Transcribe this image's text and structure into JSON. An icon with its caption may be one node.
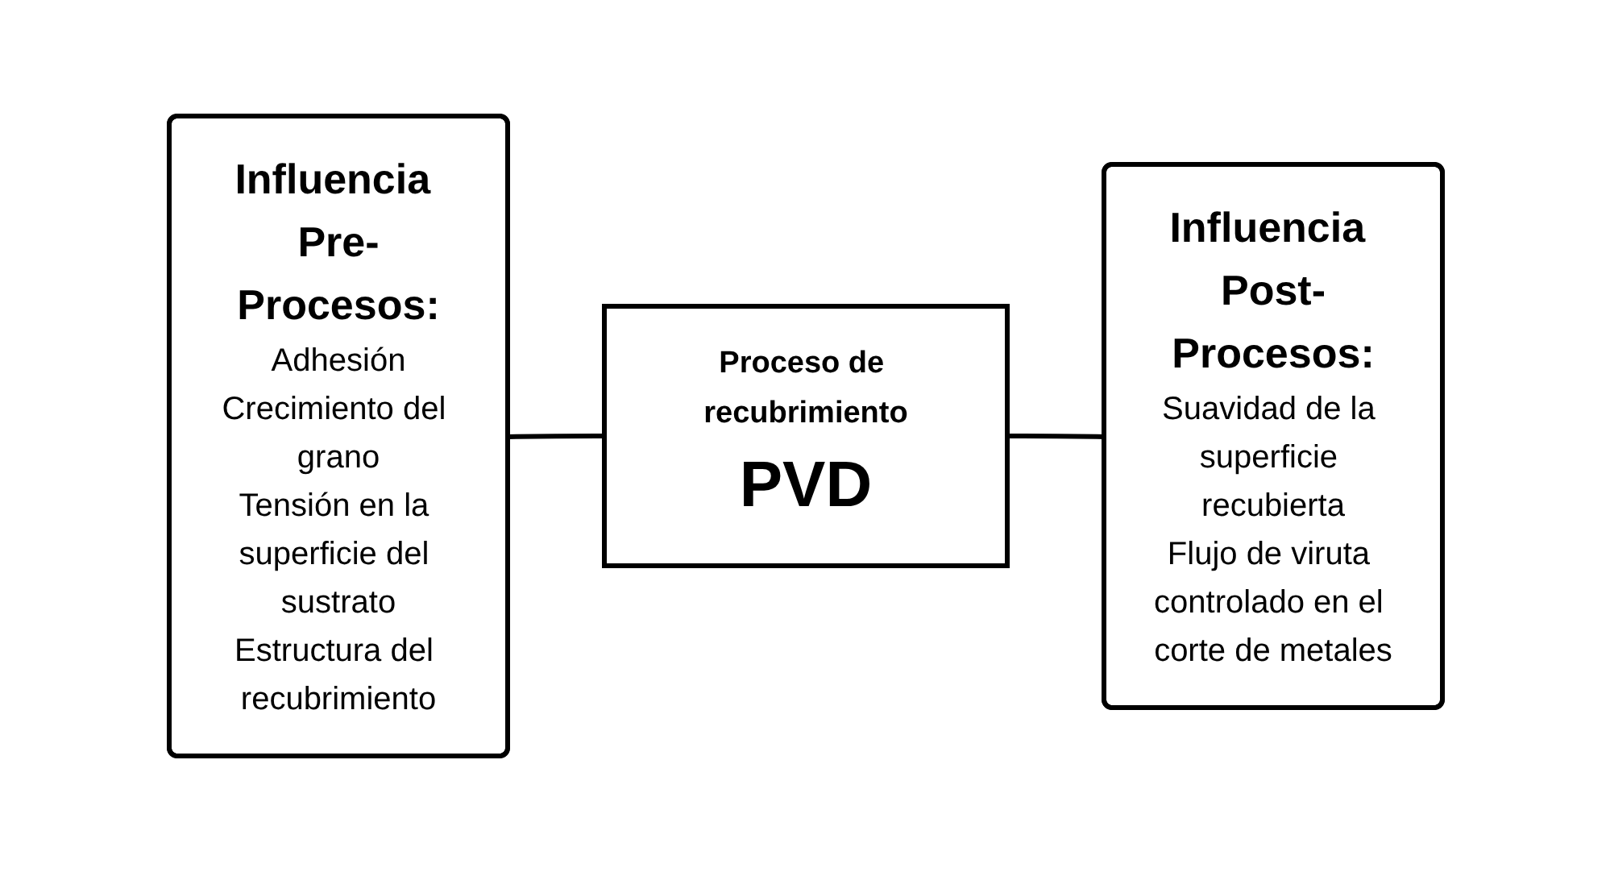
{
  "diagram": {
    "nodes": [
      {
        "text": [
          "Influencia Pre-Procesos:",
          "Adhesión",
          "Crecimiento del grano",
          "Tensión en la superficie del sustrato",
          "Estructura del recubrimiento"
        ]
      },
      {
        "text": [
          "Proceso de recubrimiento",
          "PVD"
        ]
      },
      {
        "text": [
          "Influencia Post-Procesos:",
          "Suavidad de la superficie recubierta",
          "Flujo de viruta controlado en el corte de metales"
        ]
      }
    ],
    "edges": [
      {
        "from": 0,
        "to": 1,
        "arrow": "none"
      },
      {
        "from": 1,
        "to": 2,
        "arrow": "none"
      }
    ]
  }
}
